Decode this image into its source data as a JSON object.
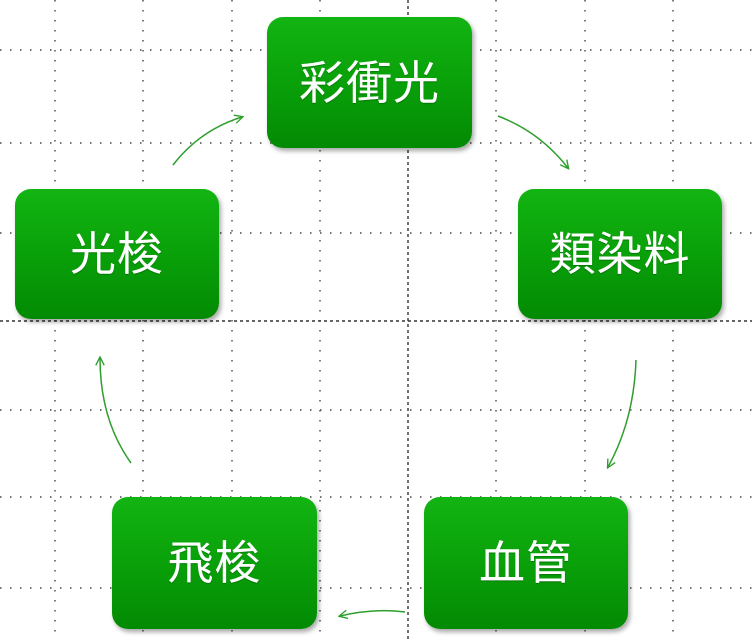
{
  "colors": {
    "node_fill": "#0aa30a",
    "node_text": "#ffffff",
    "arrow": "#2f9e2f",
    "grid": "#333333"
  },
  "cycle": {
    "nodes": [
      {
        "id": "top",
        "label": "彩衝光"
      },
      {
        "id": "right",
        "label": "類染料"
      },
      {
        "id": "bottom-right",
        "label": "血管"
      },
      {
        "id": "bottom-left",
        "label": "飛梭"
      },
      {
        "id": "left",
        "label": "光梭"
      }
    ]
  }
}
